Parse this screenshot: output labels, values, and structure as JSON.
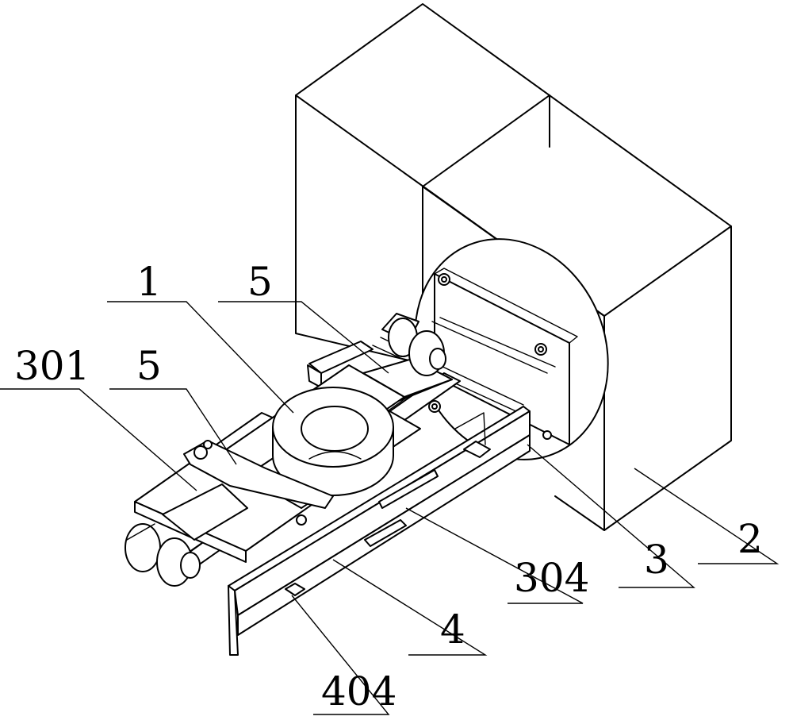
{
  "labels": {
    "l1": "1",
    "l2": "2",
    "l3": "3",
    "l4": "4",
    "l5a": "5",
    "l5b": "5",
    "l301": "301",
    "l304": "304",
    "l404": "404"
  }
}
